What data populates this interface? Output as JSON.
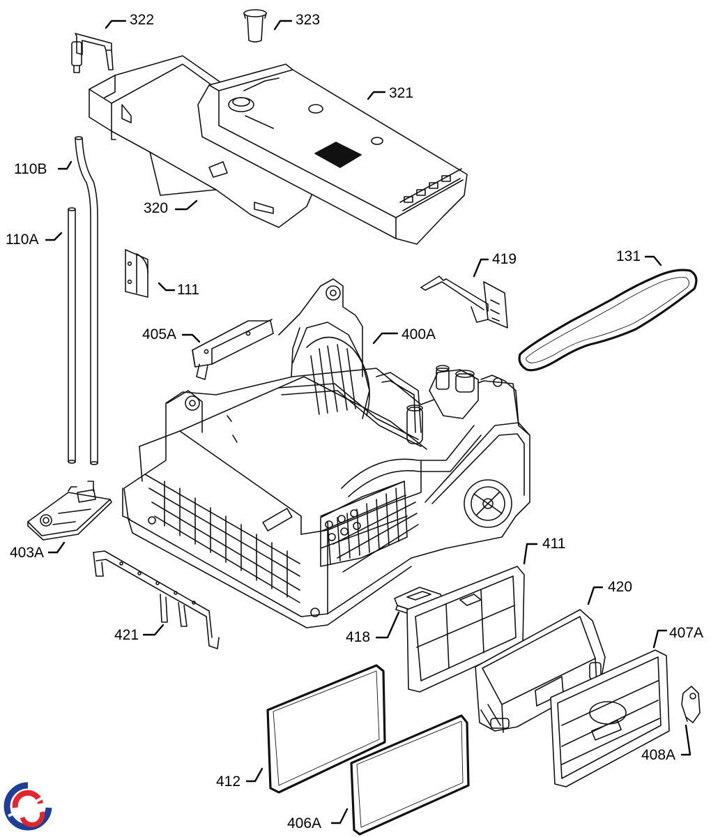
{
  "callouts": {
    "p322": "322",
    "p323": "323",
    "p321": "321",
    "p110B": "110B",
    "p320": "320",
    "p110A": "110A",
    "p111": "111",
    "p419": "419",
    "p131": "131",
    "p405A": "405A",
    "p400A": "400A",
    "p403A": "403A",
    "p411": "411",
    "p420": "420",
    "p407A": "407A",
    "p421": "421",
    "p418": "418",
    "p408A": "408A",
    "p412": "412",
    "p406A": "406A"
  },
  "colors": {
    "line": "#111111",
    "logo_blue": "#1f3f97",
    "logo_red": "#e0262f"
  },
  "logo": {
    "name": "brand-logo"
  }
}
